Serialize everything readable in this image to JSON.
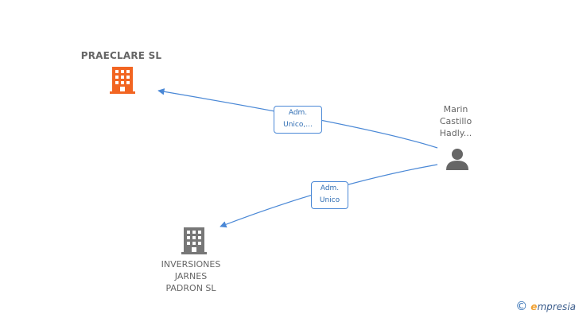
{
  "nodes": {
    "company_main": {
      "name": "PRAECLARE SL",
      "icon": "building-icon",
      "color": "#f26522"
    },
    "company_second": {
      "name_lines": [
        "INVERSIONES",
        "JARNES",
        "PADRON SL"
      ],
      "icon": "building-icon",
      "color": "#777777"
    },
    "person": {
      "name_lines": [
        "Marin",
        "Castillo",
        "Hadly..."
      ],
      "icon": "person-icon",
      "color": "#666666"
    }
  },
  "edges": [
    {
      "from": "person",
      "to": "company_main",
      "label_lines": [
        "Adm.",
        "Unico,..."
      ]
    },
    {
      "from": "person",
      "to": "company_second",
      "label_lines": [
        "Adm.",
        "Unico"
      ]
    }
  ],
  "colors": {
    "edge": "#4a88d6",
    "edge_label_text": "#2f6db3"
  },
  "footer": {
    "copyright_symbol": "©",
    "brand_initial": "e",
    "brand_rest": "mpresia"
  }
}
